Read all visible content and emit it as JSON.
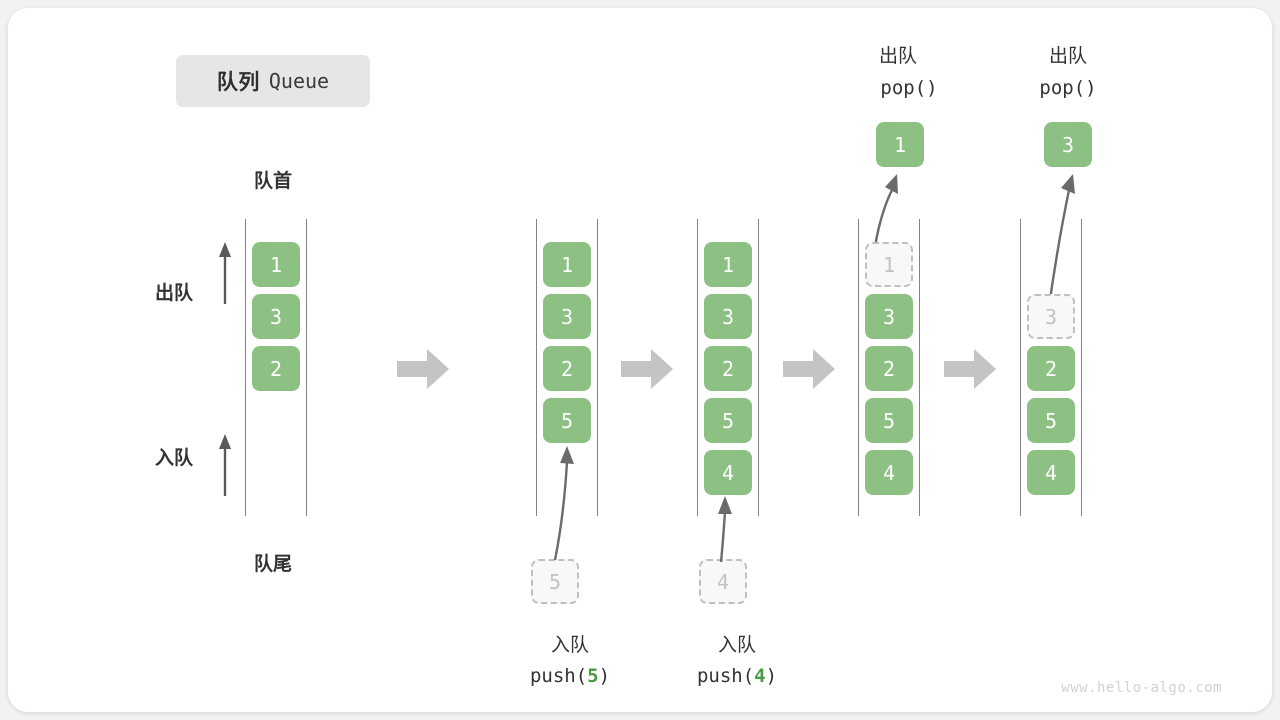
{
  "title": {
    "cn": "队列",
    "en": "Queue"
  },
  "labels": {
    "head": "队首",
    "tail": "队尾",
    "dequeue": "出队",
    "enqueue": "入队",
    "pop_call": "pop()",
    "push5_call_prefix": "push(",
    "push5_arg": "5",
    "push5_call_suffix": ")",
    "push4_call_prefix": "push(",
    "push4_arg": "4",
    "push4_call_suffix": ")"
  },
  "colors": {
    "element": "#8cc183",
    "ghost_fill": "#f8f8f8",
    "ghost_border": "#bfbfbf",
    "rail": "#5a5a5a",
    "step_arrow": "#c4c4c4",
    "badge_bg": "#e6e6e6",
    "accent_text": "#499b46"
  },
  "columns": [
    {
      "name": "initial-queue",
      "items": [
        "1",
        "3",
        "2"
      ],
      "ghost": null,
      "popped": null,
      "pushed": null,
      "op_label_cn": null,
      "op_call": null
    },
    {
      "name": "after-push-5",
      "items": [
        "1",
        "3",
        "2",
        "5"
      ],
      "ghost": null,
      "popped": null,
      "pushed": "5",
      "op_label_cn": "入队",
      "op_call": "push(5)"
    },
    {
      "name": "after-push-4",
      "items": [
        "1",
        "3",
        "2",
        "5",
        "4"
      ],
      "ghost": null,
      "popped": null,
      "pushed": "4",
      "op_label_cn": "入队",
      "op_call": "push(4)"
    },
    {
      "name": "after-pop-1",
      "items": [
        "3",
        "2",
        "5",
        "4"
      ],
      "ghost": "1",
      "popped": "1",
      "pushed": null,
      "op_label_cn": "出队",
      "op_call": "pop()"
    },
    {
      "name": "after-pop-3",
      "items": [
        "2",
        "5",
        "4"
      ],
      "ghost": "3",
      "popped": "3",
      "pushed": null,
      "op_label_cn": "出队",
      "op_call": "pop()"
    }
  ],
  "watermark": "www.hello-algo.com"
}
